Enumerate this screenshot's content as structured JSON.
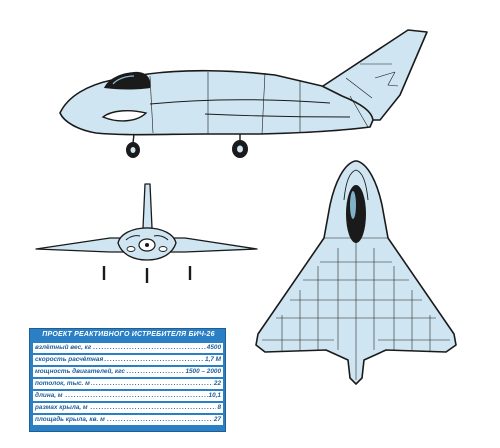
{
  "colors": {
    "airframe_fill": "#cfe6f2",
    "outline": "#1a1a1a",
    "canopy": "#1a1a1a",
    "table_header": "#2b7fc4",
    "table_text": "#1f5f9c"
  },
  "spec_table": {
    "title": "ПРОЕКТ РЕАКТИВНОГО ИСТРЕБИТЕЛЯ БИЧ-26",
    "rows": [
      {
        "label": "взлётный вес, кг",
        "value": "4500"
      },
      {
        "label": "скорость расчётная",
        "value": "1,7 М"
      },
      {
        "label": "мощность двигателей, кгс",
        "value": "1500 – 2000"
      },
      {
        "label": "потолок, тыс. м",
        "value": "22"
      },
      {
        "label": "длина, м",
        "value": "10,1"
      },
      {
        "label": "размах крыла, м",
        "value": "8"
      },
      {
        "label": "площадь крыла, кв. м",
        "value": "27"
      }
    ]
  }
}
